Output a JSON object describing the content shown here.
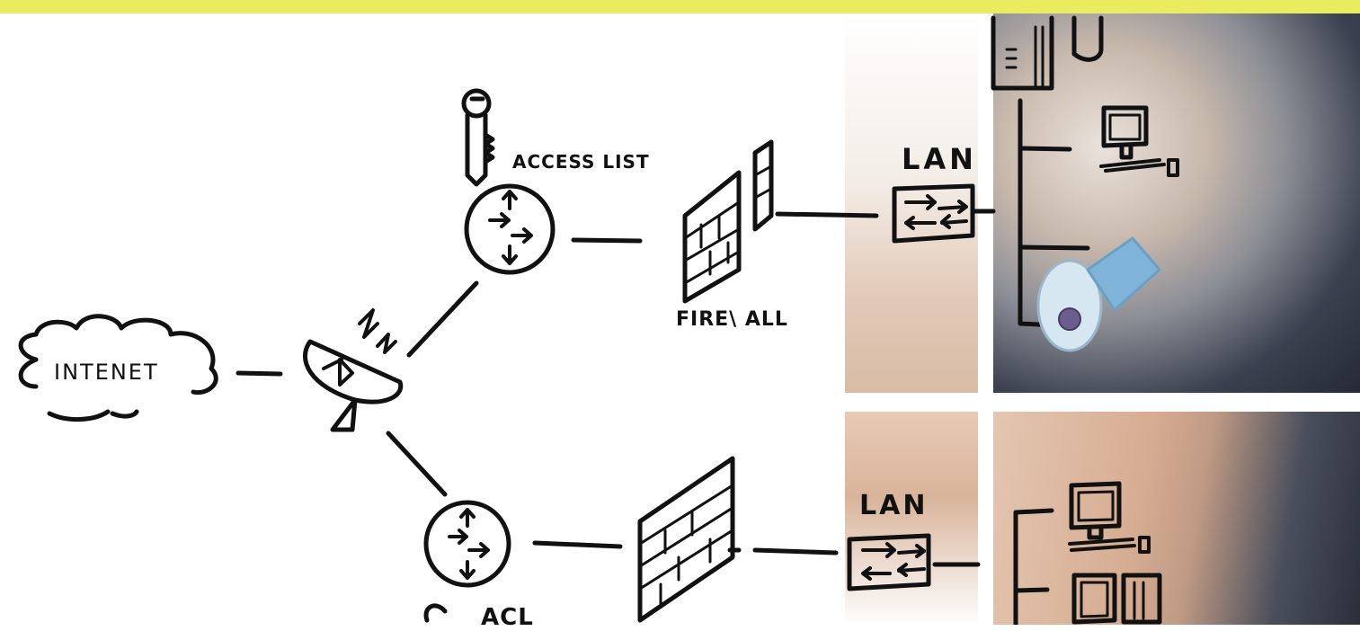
{
  "labels": {
    "internet": "INTENET",
    "access_list": "ACCESS LIST",
    "firewall": "FIRE\\ ALL",
    "lan_top": "LAN",
    "lan_bottom": "LAN",
    "acl": "ACL"
  },
  "colors": {
    "banner": "#e8ec5e",
    "ink": "#111111",
    "background": "#ffffff"
  },
  "icons": [
    "cloud-icon",
    "satellite-dish-icon",
    "router-icon",
    "key-icon",
    "firewall-icon",
    "switch-icon",
    "computer-icon",
    "server-icon",
    "marker-pen-icon"
  ]
}
